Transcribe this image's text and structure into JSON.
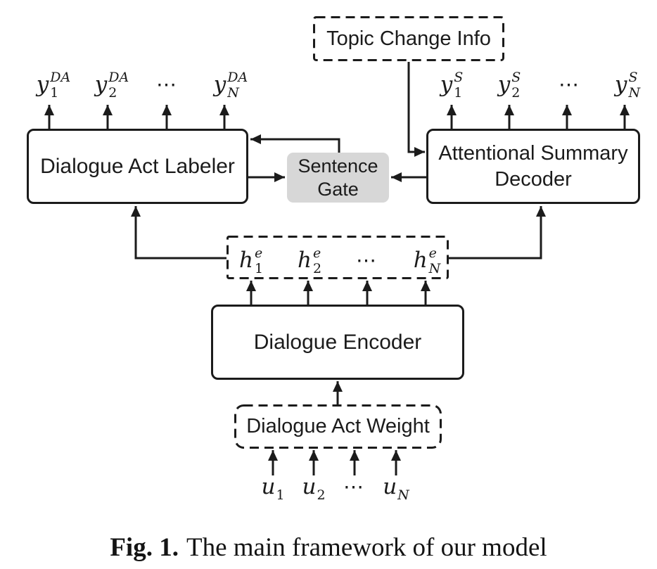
{
  "figure": {
    "boxes": {
      "topic_change_info": {
        "label": "Topic Change Info"
      },
      "dialogue_act_labeler": {
        "label": "Dialogue Act Labeler"
      },
      "attentional_summary_decoder": {
        "line1": "Attentional Summary",
        "line2": "Decoder"
      },
      "sentence_gate": {
        "line1": "Sentence",
        "line2": "Gate"
      },
      "dialogue_encoder": {
        "label": "Dialogue Encoder"
      },
      "dialogue_act_weight": {
        "label": "Dialogue Act Weight"
      }
    },
    "math": {
      "da_outputs": [
        {
          "base": "y",
          "sup": "DA",
          "sub": "1"
        },
        {
          "base": "y",
          "sup": "DA",
          "sub": "2"
        },
        {
          "dots": "⋯"
        },
        {
          "base": "y",
          "sup": "DA",
          "sub": "N"
        }
      ],
      "summary_outputs": [
        {
          "base": "y",
          "sup": "S",
          "sub": "1"
        },
        {
          "base": "y",
          "sup": "S",
          "sub": "2"
        },
        {
          "dots": "⋯"
        },
        {
          "base": "y",
          "sup": "S",
          "sub": "N"
        }
      ],
      "encoder_states": [
        {
          "base": "h",
          "sup": "e",
          "sub": "1"
        },
        {
          "base": "h",
          "sup": "e",
          "sub": "2"
        },
        {
          "dots": "⋯"
        },
        {
          "base": "h",
          "sup": "e",
          "sub": "N"
        }
      ],
      "utterances": [
        {
          "base": "u",
          "sub": "1"
        },
        {
          "base": "u",
          "sub": "2"
        },
        {
          "dots": "⋯"
        },
        {
          "base": "u",
          "sub": "N"
        }
      ]
    },
    "caption": {
      "label": "Fig. 1.",
      "text": "The main framework of our model"
    },
    "colors": {
      "line": "#1b1b1b",
      "gate_fill": "#d7d7d7",
      "background": "#ffffff"
    }
  }
}
